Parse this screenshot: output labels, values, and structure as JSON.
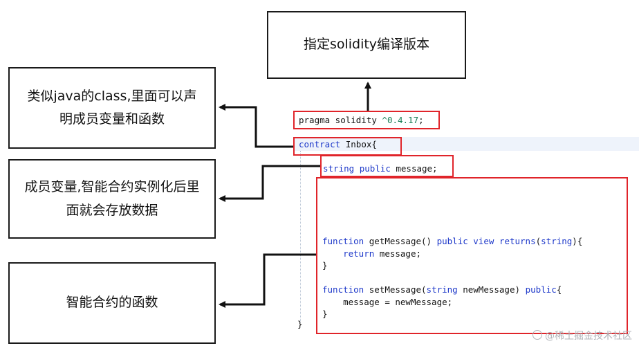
{
  "boxes": {
    "top": "指定solidity编译版本",
    "class_desc": "类似java的class,里面可以声明成员变量和函数",
    "state_var": "成员变量,智能合约实例化后里面就会存放数据",
    "functions": "智能合约的函数"
  },
  "code": {
    "pragma_kw": "pragma solidity ",
    "pragma_ver": "^0.4.17",
    "pragma_end": ";",
    "contract_kw": "contract",
    "contract_name": " Inbox{",
    "state_type": "string",
    "state_vis": "public",
    "state_name": " message;",
    "f1_kw": "function",
    "f1_name": "getMessage",
    "f1_paren": "() ",
    "f1_public": "public",
    "f1_view": "view",
    "f1_returns": "returns",
    "f1_ret_open": "(",
    "f1_string": "string",
    "f1_ret_close": "){",
    "f1_body_return": "return",
    "f1_body_rest": " message;",
    "f1_close": "}",
    "f2_kw": "function",
    "f2_name": "setMessage",
    "f2_open": "(",
    "f2_string": "string",
    "f2_param": " newMessage",
    "f2_close_paren": ") ",
    "f2_public": "public",
    "f2_brace": "{",
    "f2_body": "message = newMessage;",
    "f2_close": "}",
    "contract_close": "}"
  },
  "watermark": "@稀土掘金技术社区",
  "colors": {
    "highlight_box": "#e0242a",
    "keyword": "#1c37c9",
    "version": "#1a7f57",
    "box_border": "#1a1a1a"
  }
}
